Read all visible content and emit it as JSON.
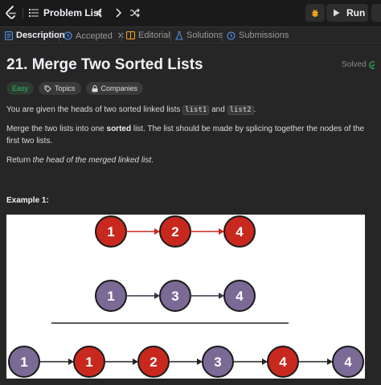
{
  "nav": {
    "problem_list_label": "Problem List",
    "run_label": "Run"
  },
  "tabs": [
    {
      "label": "Description",
      "icon": "description-icon",
      "active": true
    },
    {
      "label": "Accepted",
      "icon": "history-icon",
      "active": false,
      "closable": true
    },
    {
      "label": "Editorial",
      "icon": "book-icon",
      "active": false
    },
    {
      "label": "Solutions",
      "icon": "flask-icon",
      "active": false
    },
    {
      "label": "Submissions",
      "icon": "history-icon",
      "active": false
    }
  ],
  "problem": {
    "title": "21. Merge Two Sorted Lists",
    "status": "Solved",
    "tags": {
      "difficulty": "Easy",
      "topics": "Topics",
      "companies": "Companies"
    },
    "p1": {
      "a": "You are given the heads of two sorted linked lists ",
      "c1": "list1",
      "b": " and ",
      "c2": "list2",
      "c": "."
    },
    "p2": {
      "a": "Merge the two lists into one ",
      "bold": "sorted",
      "b": " list. The list should be made by splicing together the nodes of the first two lists."
    },
    "p3": {
      "a": "Return ",
      "italic": "the head of the merged linked list",
      "b": "."
    },
    "example_label": "Example 1:"
  },
  "diagram": {
    "list1": [
      "1",
      "2",
      "4"
    ],
    "list2": [
      "1",
      "3",
      "4"
    ],
    "merged": [
      "1",
      "1",
      "2",
      "3",
      "4",
      "4"
    ],
    "merged_colors": [
      "purple",
      "red",
      "red",
      "purple",
      "red",
      "purple"
    ]
  },
  "colors": {
    "accent_green": "#2cbb5d",
    "node_red": "#c8281e",
    "node_purple": "#7b6996",
    "node_stroke": "#1a1a1a"
  }
}
